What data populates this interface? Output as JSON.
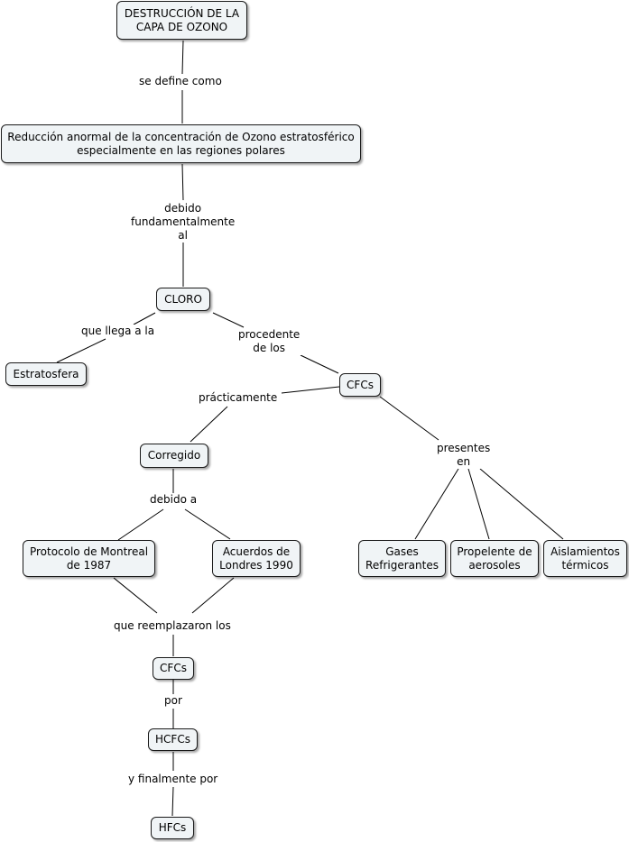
{
  "nodes": {
    "destruccion": "DESTRUCCIÓN DE LA\nCAPA DE OZONO",
    "reduccion": "Reducción anormal de la concentración de Ozono estratosférico\nespecialmente en las regiones polares",
    "cloro": "CLORO",
    "estratosfera": "Estratosfera",
    "cfcs_1": "CFCs",
    "corregido": "Corregido",
    "protocolo": "Protocolo de Montreal\nde 1987",
    "acuerdos": "Acuerdos de\nLondres 1990",
    "gases": "Gases\nRefrigerantes",
    "propelente": "Propelente de\naerosoles",
    "aislamientos": "Aislamientos\ntérmicos",
    "cfcs_2": "CFCs",
    "hcfcs": "HCFCs",
    "hfcs": "HFCs"
  },
  "links": {
    "se_define_como": "se define como",
    "debido_fundamentalmente": "debido\nfundamentalmente\nal",
    "que_llega": "que llega a la",
    "procedente": "procedente\nde los",
    "practicamente": "prácticamente",
    "presentes_en": "presentes\nen",
    "debido_a": "debido a",
    "que_reemplazaron": "que reemplazaron los",
    "por": "por",
    "y_finalmente": "y finalmente por"
  }
}
